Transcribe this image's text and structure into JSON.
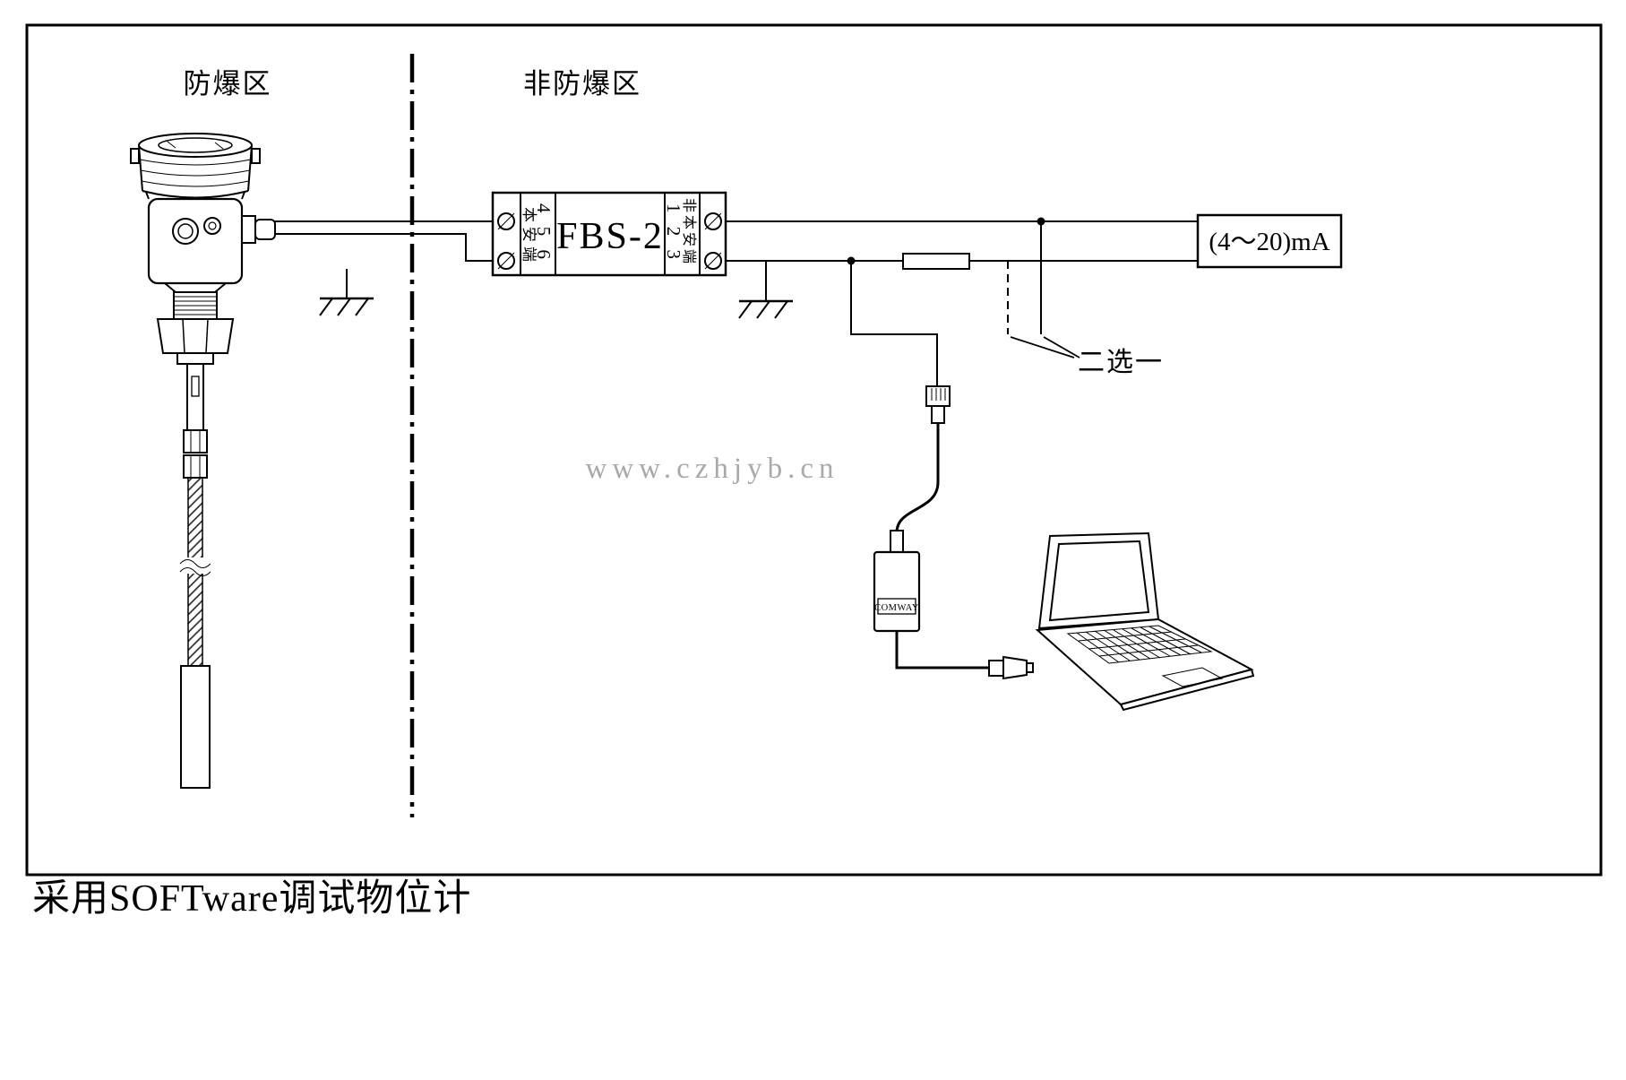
{
  "zones": {
    "hazardous": "防爆区",
    "safe": "非防爆区"
  },
  "barrier": {
    "model": "FBS-2",
    "is_side": {
      "label": "本安端",
      "terminals": "4 5 6"
    },
    "non_is_side": {
      "label": "非本安端",
      "terminals": "1 2 3"
    }
  },
  "output": {
    "label": "(4～20)mA"
  },
  "choice": {
    "label": "二选一"
  },
  "modem": {
    "label": "COMWAY"
  },
  "watermark": "www.czhjyb.cn",
  "caption": "采用SOFTware调试物位计"
}
